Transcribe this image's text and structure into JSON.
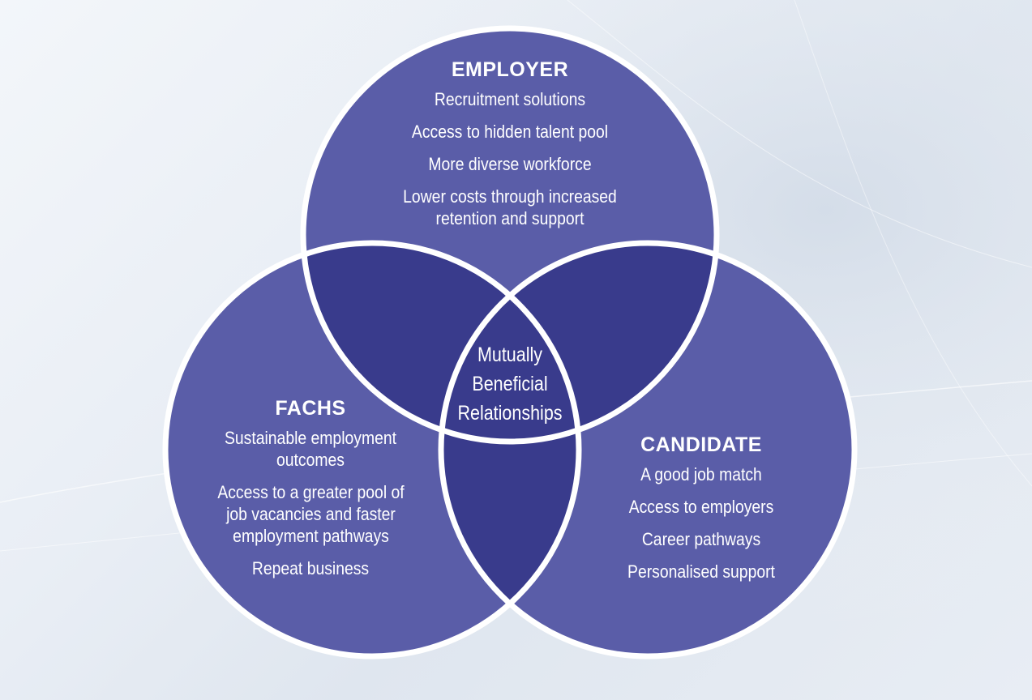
{
  "colors": {
    "circle_fill": "#5a5da8",
    "overlap_fill": "#393b8c",
    "outline": "#ffffff",
    "text": "#ffffff"
  },
  "employer": {
    "heading": "EMPLOYER",
    "items": [
      "Recruitment solutions",
      "Access to hidden talent pool",
      "More diverse workforce",
      "Lower costs through increased retention and support"
    ]
  },
  "fachs": {
    "heading": "FACHS",
    "items": [
      "Sustainable employment outcomes",
      "Access to a greater pool of job vacancies and faster employment pathways",
      "Repeat business"
    ]
  },
  "candidate": {
    "heading": "CANDIDATE",
    "items": [
      "A good job match",
      "Access to employers",
      "Career pathways",
      "Personalised support"
    ]
  },
  "center": {
    "lines": [
      "Mutually",
      "Beneficial",
      "Relationships"
    ]
  }
}
